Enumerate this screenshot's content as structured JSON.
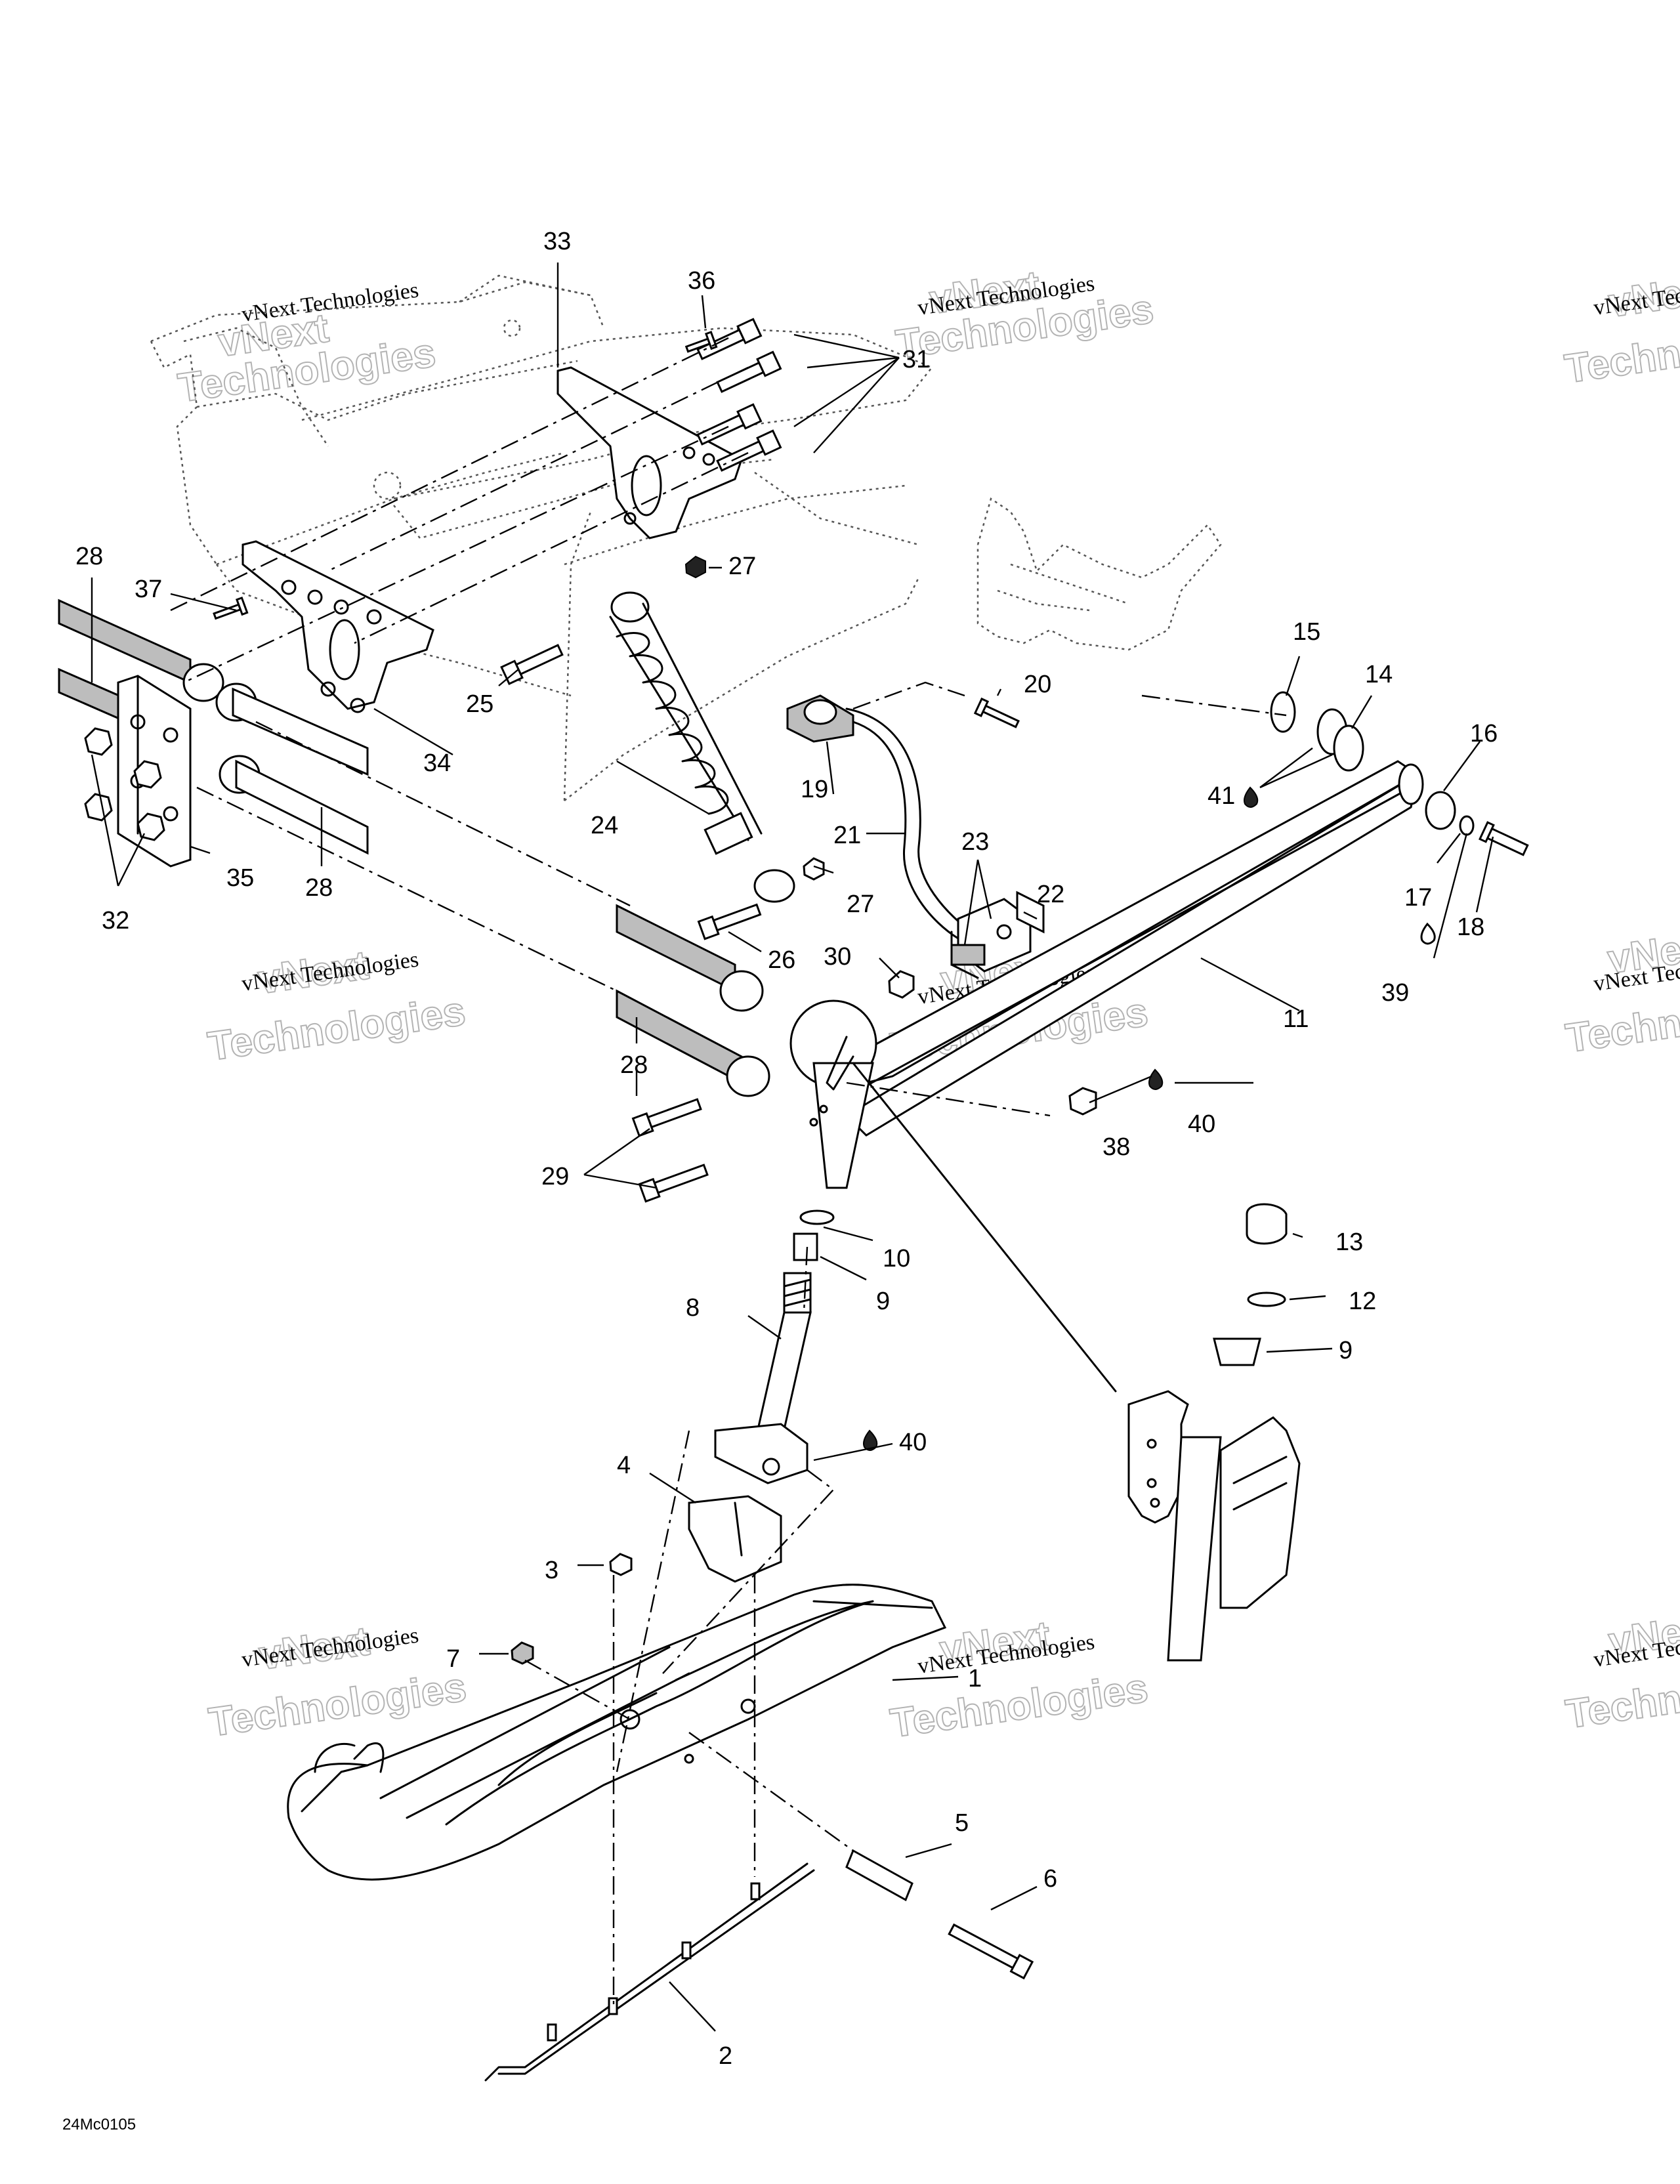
{
  "figure_code": "24Mc0105",
  "watermark": {
    "line1": "vNext Technologies",
    "line2a": "vNext",
    "line2b": "Technologies"
  },
  "callouts": {
    "c1": "1",
    "c2": "2",
    "c3": "3",
    "c4": "4",
    "c5": "5",
    "c6": "6",
    "c7": "7",
    "c8": "8",
    "c9a": "9",
    "c9b": "9",
    "c10": "10",
    "c11": "11",
    "c12": "12",
    "c13": "13",
    "c14": "14",
    "c15": "15",
    "c16": "16",
    "c17": "17",
    "c18": "18",
    "c19": "19",
    "c20": "20",
    "c21": "21",
    "c22": "22",
    "c23": "23",
    "c24": "24",
    "c25": "25",
    "c26": "26",
    "c27a": "27",
    "c27b": "27",
    "c28a": "28",
    "c28b": "28",
    "c28c": "28",
    "c29": "29",
    "c30": "30",
    "c31": "31",
    "c32": "32",
    "c33": "33",
    "c34": "34",
    "c35": "35",
    "c36": "36",
    "c37": "37",
    "c38": "38",
    "c39": "39",
    "c40a": "40",
    "c40b": "40",
    "c41": "41"
  }
}
